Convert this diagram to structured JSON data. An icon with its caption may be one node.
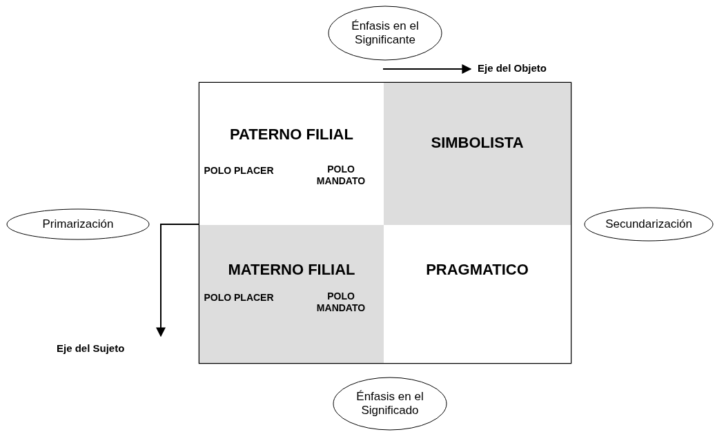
{
  "diagram": {
    "nodes": [
      {
        "text": [
          "Énfasis en el Significante"
        ]
      },
      {
        "text": [
          "PATERNO FILIAL",
          "POLO PLACER",
          "POLO MANDATO"
        ]
      },
      {
        "text": [
          "SIMBOLISTA"
        ]
      },
      {
        "text": [
          "Primarización"
        ]
      },
      {
        "text": [
          "Secundarización"
        ]
      },
      {
        "text": [
          "MATERNO FILIAL",
          "POLO PLACER",
          "POLO MANDATO"
        ]
      },
      {
        "text": [
          "PRAGMATICO"
        ]
      },
      {
        "text": [
          "Énfasis en el Significado"
        ]
      }
    ],
    "labels": [
      "Eje del Objeto",
      "Eje del Sujeto"
    ]
  }
}
